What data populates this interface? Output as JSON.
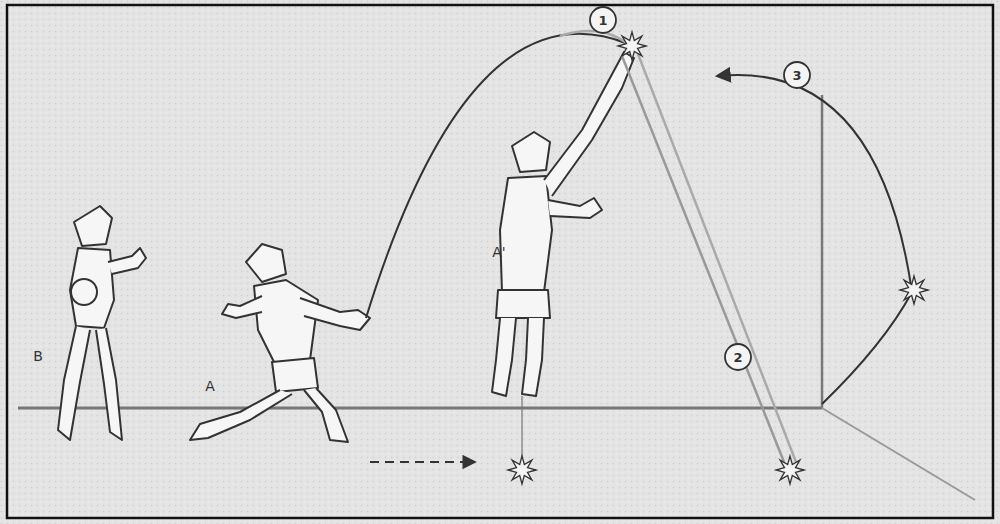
{
  "diagram": {
    "labels": [
      "B",
      "A",
      "A'",
      "1",
      "2",
      "3"
    ]
  }
}
